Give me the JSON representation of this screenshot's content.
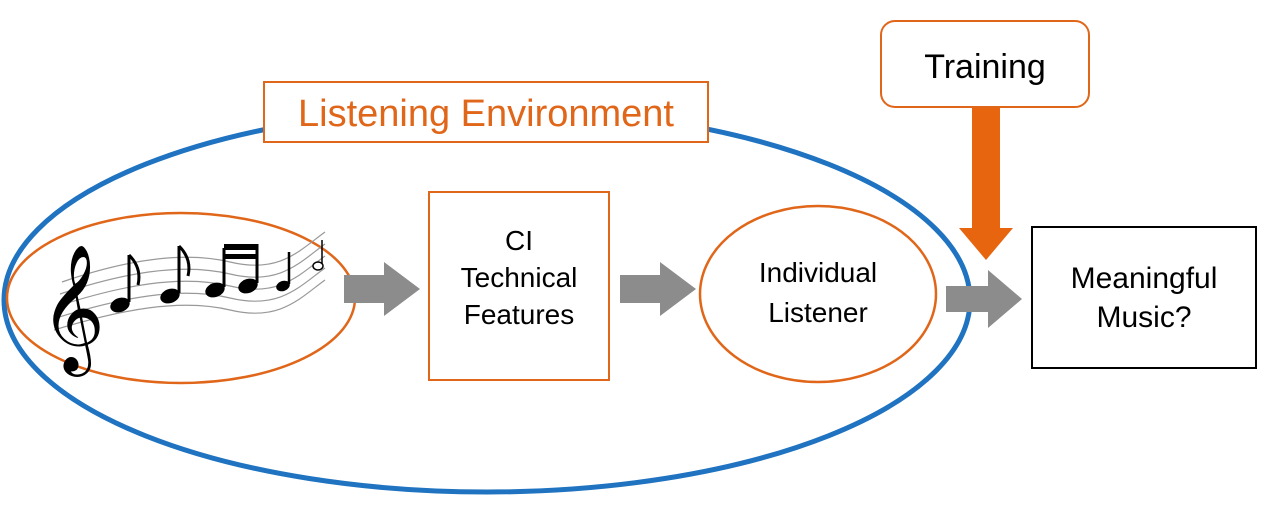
{
  "diagram": {
    "environment_label": "Listening Environment",
    "ci_features": [
      "CI",
      "Technical",
      "Features"
    ],
    "individual_listener": [
      "Individual",
      "Listener"
    ],
    "meaningful_music": [
      "Meaningful",
      "Music?"
    ],
    "training_label": "Training"
  },
  "colors": {
    "orange": "#E0661A",
    "blue": "#1F73C0",
    "gray_arrow": "#8C8C8C",
    "black": "#000000"
  }
}
